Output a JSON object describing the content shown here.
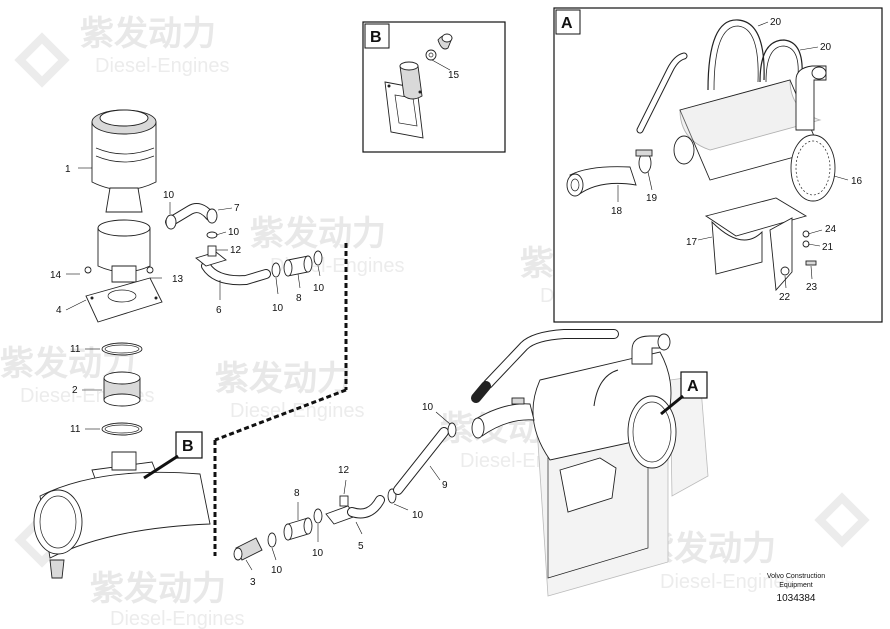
{
  "watermark": {
    "brand_cn": "紫发动力",
    "brand_en": "Diesel-Engines"
  },
  "detail_boxes": {
    "a": {
      "letter": "A"
    },
    "b": {
      "letter": "B"
    }
  },
  "callouts": {
    "a": "A",
    "b": "B"
  },
  "part_labels": [
    {
      "id": "p1",
      "text": "1"
    },
    {
      "id": "p10a",
      "text": "10"
    },
    {
      "id": "p7",
      "text": "7"
    },
    {
      "id": "p10b",
      "text": "10"
    },
    {
      "id": "p12a",
      "text": "12"
    },
    {
      "id": "p14",
      "text": "14"
    },
    {
      "id": "p13",
      "text": "13"
    },
    {
      "id": "p4",
      "text": "4"
    },
    {
      "id": "p6",
      "text": "6"
    },
    {
      "id": "p10c",
      "text": "10"
    },
    {
      "id": "p8a",
      "text": "8"
    },
    {
      "id": "p10d",
      "text": "10"
    },
    {
      "id": "p11a",
      "text": "11"
    },
    {
      "id": "p2",
      "text": "2"
    },
    {
      "id": "p11b",
      "text": "11"
    },
    {
      "id": "p15",
      "text": "15"
    },
    {
      "id": "p20a",
      "text": "20"
    },
    {
      "id": "p20b",
      "text": "20"
    },
    {
      "id": "p16",
      "text": "16"
    },
    {
      "id": "p18",
      "text": "18"
    },
    {
      "id": "p19",
      "text": "19"
    },
    {
      "id": "p17",
      "text": "17"
    },
    {
      "id": "p24",
      "text": "24"
    },
    {
      "id": "p21",
      "text": "21"
    },
    {
      "id": "p22",
      "text": "22"
    },
    {
      "id": "p23",
      "text": "23"
    },
    {
      "id": "p10e",
      "text": "10"
    },
    {
      "id": "p9",
      "text": "9"
    },
    {
      "id": "p12b",
      "text": "12"
    },
    {
      "id": "p8b",
      "text": "8"
    },
    {
      "id": "p10f",
      "text": "10"
    },
    {
      "id": "p5",
      "text": "5"
    },
    {
      "id": "p3",
      "text": "3"
    },
    {
      "id": "p10g",
      "text": "10"
    },
    {
      "id": "p10h",
      "text": "10"
    }
  ],
  "footer": {
    "line1": "Volvo Construction",
    "line2": "Equipment",
    "drawing_number": "1034384"
  }
}
